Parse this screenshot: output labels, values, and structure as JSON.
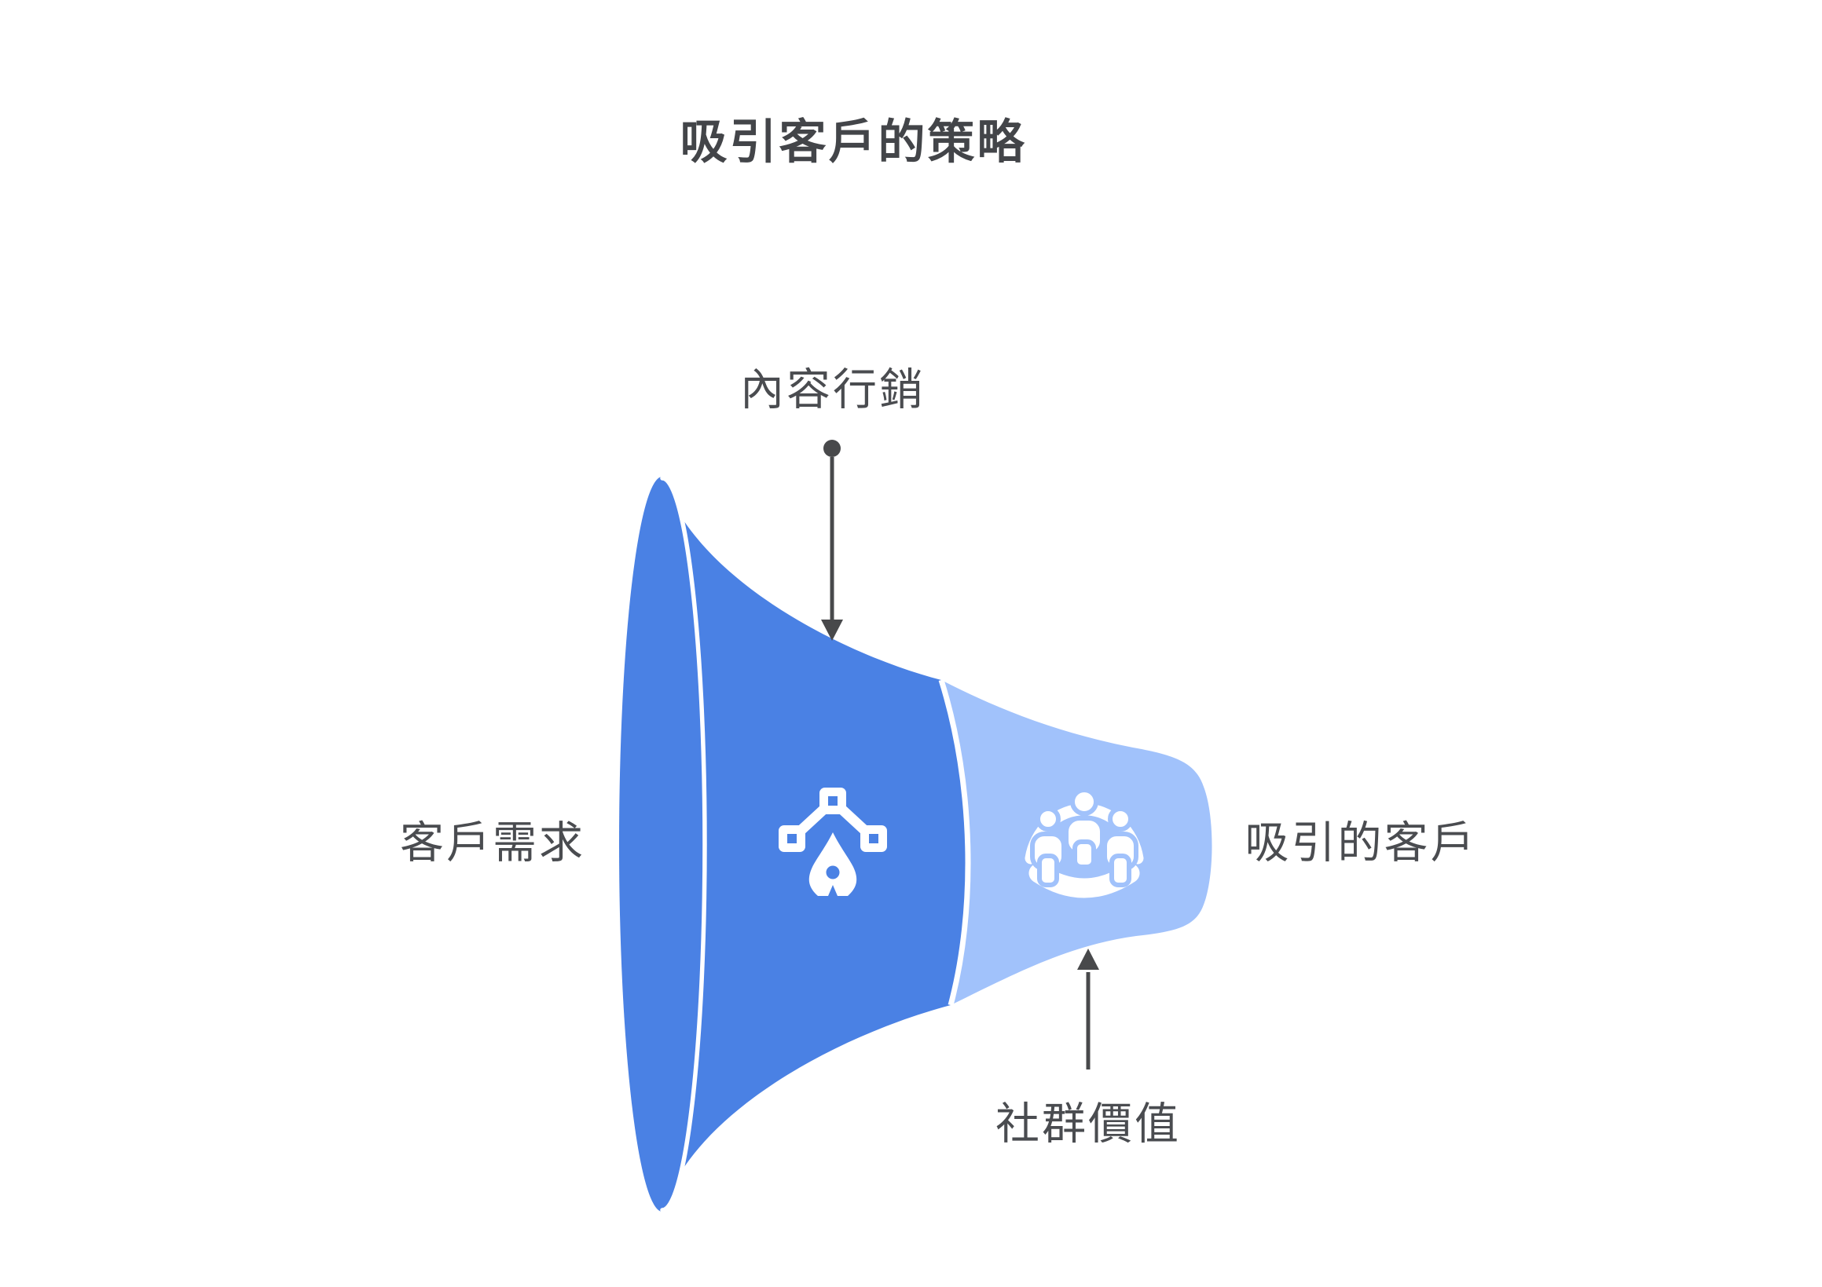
{
  "title": "吸引客戶的策略",
  "diagram": {
    "type": "horizontal-funnel",
    "labels": {
      "top": "內容行銷",
      "left": "客戶需求",
      "right": "吸引的客戶",
      "bottom": "社群價值"
    },
    "segments": [
      {
        "label": "內容行銷",
        "icon": "pen-tool-icon",
        "color": "#4A81E4"
      },
      {
        "label": "社群價值",
        "icon": "community-icon",
        "color": "#A1C2FB"
      }
    ],
    "colors": {
      "primary": "#4A81E4",
      "secondary": "#A1C2FB",
      "title": "#434549",
      "label": "#4A4C50",
      "arrow": "#48494B",
      "bg": "#FFFFFF"
    }
  }
}
